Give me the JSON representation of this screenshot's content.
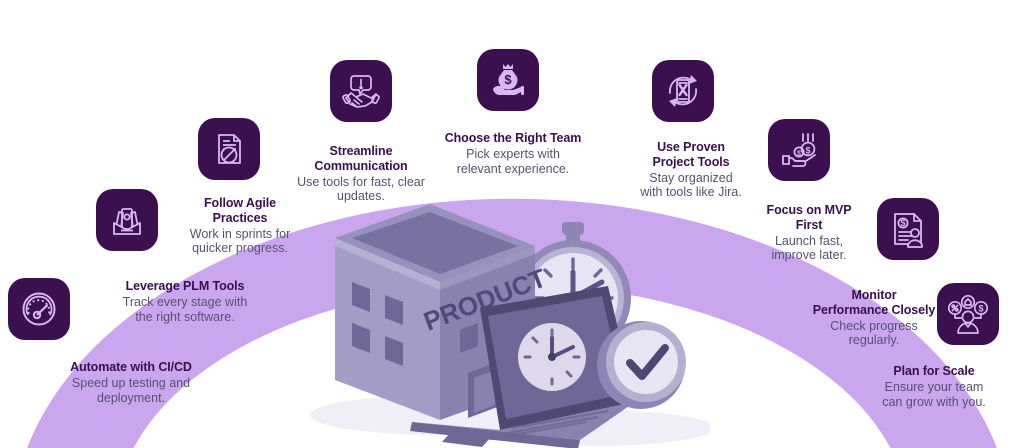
{
  "theme": {
    "background": "#ffffff",
    "arc_color": "#c9a6ee",
    "tile_color": "#3c0f4e",
    "icon_stroke": "#d9b8f2",
    "title_color": "#3a0f4e",
    "body_color": "#585072",
    "illustration_light": "#e3e0ee",
    "illustration_mid": "#a9a2c9",
    "illustration_dark": "#6f6796"
  },
  "illustration": {
    "building_label": "PRODUCT",
    "elements": [
      "product-building",
      "laptop-with-clock",
      "stopwatch",
      "check-badge"
    ]
  },
  "nodes": [
    {
      "id": "automate-with-ci-cd",
      "icon": "speedometer-icon",
      "title": "Automate with CI/CD",
      "desc": "Speed up testing and\ndeployment."
    },
    {
      "id": "leverage-plm-tools",
      "icon": "money-envelope-icon",
      "title": "Leverage PLM Tools",
      "desc": "Track every stage with\nthe right software."
    },
    {
      "id": "follow-agile-practices",
      "icon": "document-blocked-icon",
      "title": "Follow Agile\nPractices",
      "desc": "Work in sprints for\nquicker progress."
    },
    {
      "id": "streamline-communication",
      "icon": "handshake-alert-icon",
      "title": "Streamline\nCommunication",
      "desc": "Use tools for fast, clear\nupdates."
    },
    {
      "id": "choose-the-right-team",
      "icon": "money-bag-hand-icon",
      "title": "Choose the Right Team",
      "desc": "Pick experts with\nrelevant experience."
    },
    {
      "id": "use-proven-project-tools",
      "icon": "refresh-hourglass-icon",
      "title": "Use Proven\nProject Tools",
      "desc": "Stay organized\nwith tools like Jira."
    },
    {
      "id": "focus-on-mvp-first",
      "icon": "hand-coins-icon",
      "title": "Focus on MVP\nFirst",
      "desc": "Launch fast,\nimprove later."
    },
    {
      "id": "monitor-performance-closely",
      "icon": "invoice-person-icon",
      "title": "Monitor\nPerformance Closely",
      "desc": "Check progress\nregularly."
    },
    {
      "id": "plan-for-scale",
      "icon": "person-growth-icon",
      "title": "Plan for Scale",
      "desc": "Ensure your team\ncan grow with you."
    }
  ]
}
